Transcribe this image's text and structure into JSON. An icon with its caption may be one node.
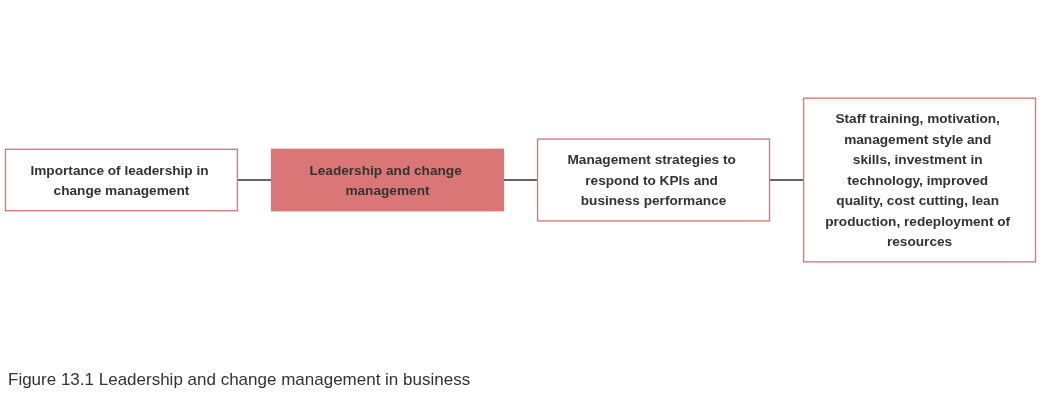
{
  "diagram": {
    "caption": "Figure 13.1 Leadership and change management in business",
    "nodes": [
      {
        "text": [
          "Importance of leadership in change management"
        ]
      },
      {
        "text": [
          "Leadership and change management"
        ]
      },
      {
        "text": [
          "Management strategies to respond to KPIs and business performance"
        ]
      },
      {
        "text": [
          "Staff training, motivation, management style and skills, investment in technology, improved quality, cost cutting, lean production, redeployment of resources"
        ]
      }
    ],
    "edges": [
      {
        "from": 0,
        "to": 1,
        "arrow": "none"
      },
      {
        "from": 1,
        "to": 2,
        "arrow": "none"
      },
      {
        "from": 2,
        "to": 3,
        "arrow": "none"
      }
    ]
  }
}
